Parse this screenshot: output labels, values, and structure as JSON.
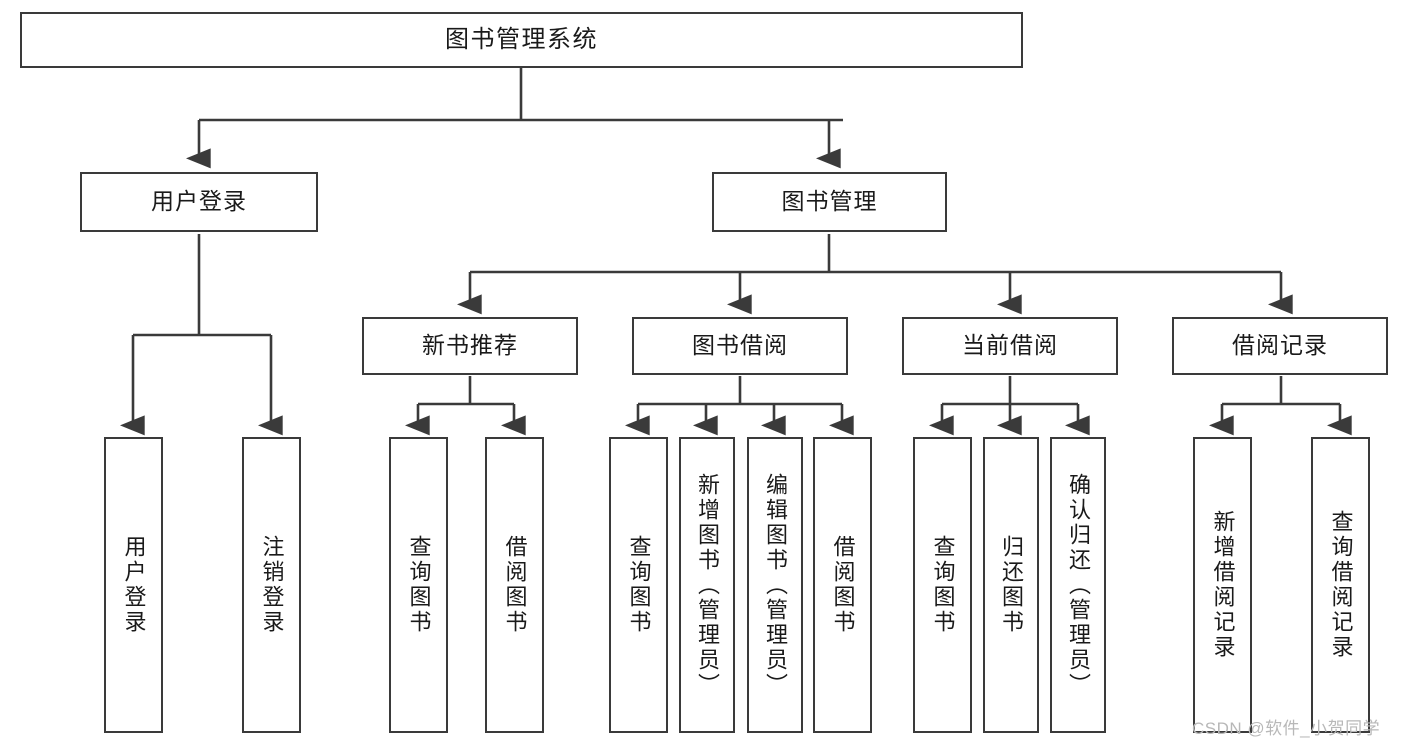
{
  "diagram": {
    "title": "图书管理系统",
    "type": "tree-hierarchy-diagram",
    "watermark": "CSDN @软件_小贺同学",
    "style": {
      "box_fill": "#ffffff",
      "box_stroke": "#3a3a3a",
      "edge_color": "#3a3a3a",
      "text_color": "#1a1a1a",
      "background": "#ffffff",
      "watermark_color": "#b8b8b8"
    },
    "nodes": {
      "root": {
        "label": "图书管理系统"
      },
      "level2": [
        {
          "label": "用户登录"
        },
        {
          "label": "图书管理"
        }
      ],
      "level3": [
        {
          "label": "新书推荐"
        },
        {
          "label": "图书借阅"
        },
        {
          "label": "当前借阅"
        },
        {
          "label": "借阅记录"
        }
      ],
      "leaves": {
        "user_login": [
          {
            "label": "用户登录"
          },
          {
            "label": "注销登录"
          }
        ],
        "new_book_recommend": [
          {
            "label": "查询图书"
          },
          {
            "label": "借阅图书"
          }
        ],
        "book_borrow": [
          {
            "label": "查询图书"
          },
          {
            "label": "新增图书（管理员）"
          },
          {
            "label": "编辑图书（管理员）"
          },
          {
            "label": "借阅图书"
          }
        ],
        "current_borrow": [
          {
            "label": "查询图书"
          },
          {
            "label": "归还图书"
          },
          {
            "label": "确认归还（管理员）"
          }
        ],
        "borrow_record": [
          {
            "label": "新增借阅记录"
          },
          {
            "label": "查询借阅记录"
          }
        ]
      }
    }
  }
}
